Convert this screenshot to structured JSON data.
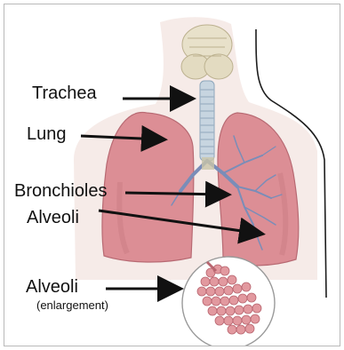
{
  "diagram": {
    "labels": {
      "trachea": "Trachea",
      "lung": "Lung",
      "bronchioles": "Bronchioles",
      "alveoli": "Alveoli",
      "alveoli_enlarged": "Alveoli",
      "enlargement_note": "(enlargement)"
    },
    "colors": {
      "lung_fill": "#dc8e95",
      "lung_dark": "#b86a73",
      "body_shadow": "#f4e6e2",
      "outline": "#1d1d1d",
      "trachea": "#c7d5e0",
      "thyroid": "#e8e1c9",
      "bronchi": "#7a8db8",
      "alveoli_cluster": "#e2999f",
      "arrow": "#111111"
    }
  }
}
